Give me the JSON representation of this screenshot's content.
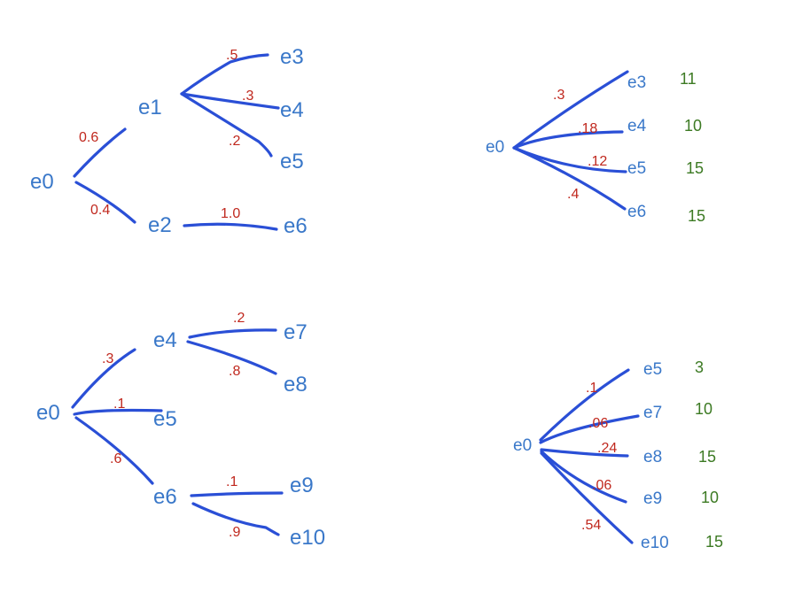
{
  "colors": {
    "edge": "#2a4fd6",
    "node": "#3a78c9",
    "probability": "#c0281e",
    "value": "#3c7a23"
  },
  "trees": [
    {
      "nodes": [
        "e0",
        "e1",
        "e2",
        "e3",
        "e4",
        "e5",
        "e6"
      ],
      "edges": [
        {
          "from": "e0",
          "to": "e1",
          "p": "0.6"
        },
        {
          "from": "e0",
          "to": "e2",
          "p": "0.4"
        },
        {
          "from": "e1",
          "to": "e3",
          "p": ".5"
        },
        {
          "from": "e1",
          "to": "e4",
          "p": ".3"
        },
        {
          "from": "e1",
          "to": "e5",
          "p": ".2"
        },
        {
          "from": "e2",
          "to": "e6",
          "p": "1.0"
        }
      ]
    },
    {
      "nodes": [
        "e0",
        "e3",
        "e4",
        "e5",
        "e6"
      ],
      "edges": [
        {
          "from": "e0",
          "to": "e3",
          "p": ".3"
        },
        {
          "from": "e0",
          "to": "e4",
          "p": ".18"
        },
        {
          "from": "e0",
          "to": "e5",
          "p": ".12"
        },
        {
          "from": "e0",
          "to": "e6",
          "p": ".4"
        }
      ],
      "values": [
        "11",
        "10",
        "15",
        "15"
      ]
    },
    {
      "nodes": [
        "e0",
        "e4",
        "e5",
        "e6",
        "e7",
        "e8",
        "e9",
        "e10"
      ],
      "edges": [
        {
          "from": "e0",
          "to": "e4",
          "p": ".3"
        },
        {
          "from": "e0",
          "to": "e5",
          "p": ".1"
        },
        {
          "from": "e0",
          "to": "e6",
          "p": ".6"
        },
        {
          "from": "e4",
          "to": "e7",
          "p": ".2"
        },
        {
          "from": "e4",
          "to": "e8",
          "p": ".8"
        },
        {
          "from": "e6",
          "to": "e9",
          "p": ".1"
        },
        {
          "from": "e6",
          "to": "e10",
          "p": ".9"
        }
      ]
    },
    {
      "nodes": [
        "e0",
        "e5",
        "e7",
        "e8",
        "e9",
        "e10"
      ],
      "edges": [
        {
          "from": "e0",
          "to": "e5",
          "p": ".1"
        },
        {
          "from": "e0",
          "to": "e7",
          "p": ".06"
        },
        {
          "from": "e0",
          "to": "e8",
          "p": ".24"
        },
        {
          "from": "e0",
          "to": "e9",
          "p": ".06"
        },
        {
          "from": "e0",
          "to": "e10",
          "p": ".54"
        }
      ],
      "values": [
        "3",
        "10",
        "15",
        "10",
        "15"
      ]
    }
  ]
}
